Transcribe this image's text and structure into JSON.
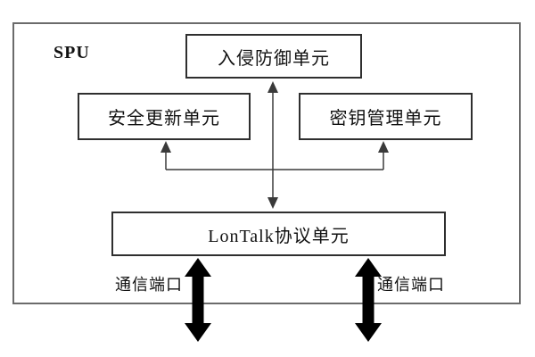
{
  "diagram": {
    "container_label": "SPU",
    "units": [
      {
        "id": "intrusion-prevention",
        "label": "入侵防御单元"
      },
      {
        "id": "security-update",
        "label": "安全更新单元"
      },
      {
        "id": "key-management",
        "label": "密钥管理单元"
      },
      {
        "id": "lontalk-protocol",
        "label": "LonTalk协议单元"
      }
    ],
    "port_labels": {
      "left": "通信端口",
      "right": "通信端口"
    },
    "connections": [
      "intrusion-prevention <-> lontalk-protocol",
      "lontalk-protocol -> security-update",
      "lontalk-protocol -> key-management",
      "lontalk-protocol <-> left communication port",
      "lontalk-protocol <-> right communication port"
    ],
    "colors": {
      "background": "#ffffff",
      "outer_border": "#6b6b6b",
      "box_border": "#2f2f2f",
      "line": "#3a3a3a",
      "arrow": "#000000",
      "text": "#111111"
    }
  }
}
